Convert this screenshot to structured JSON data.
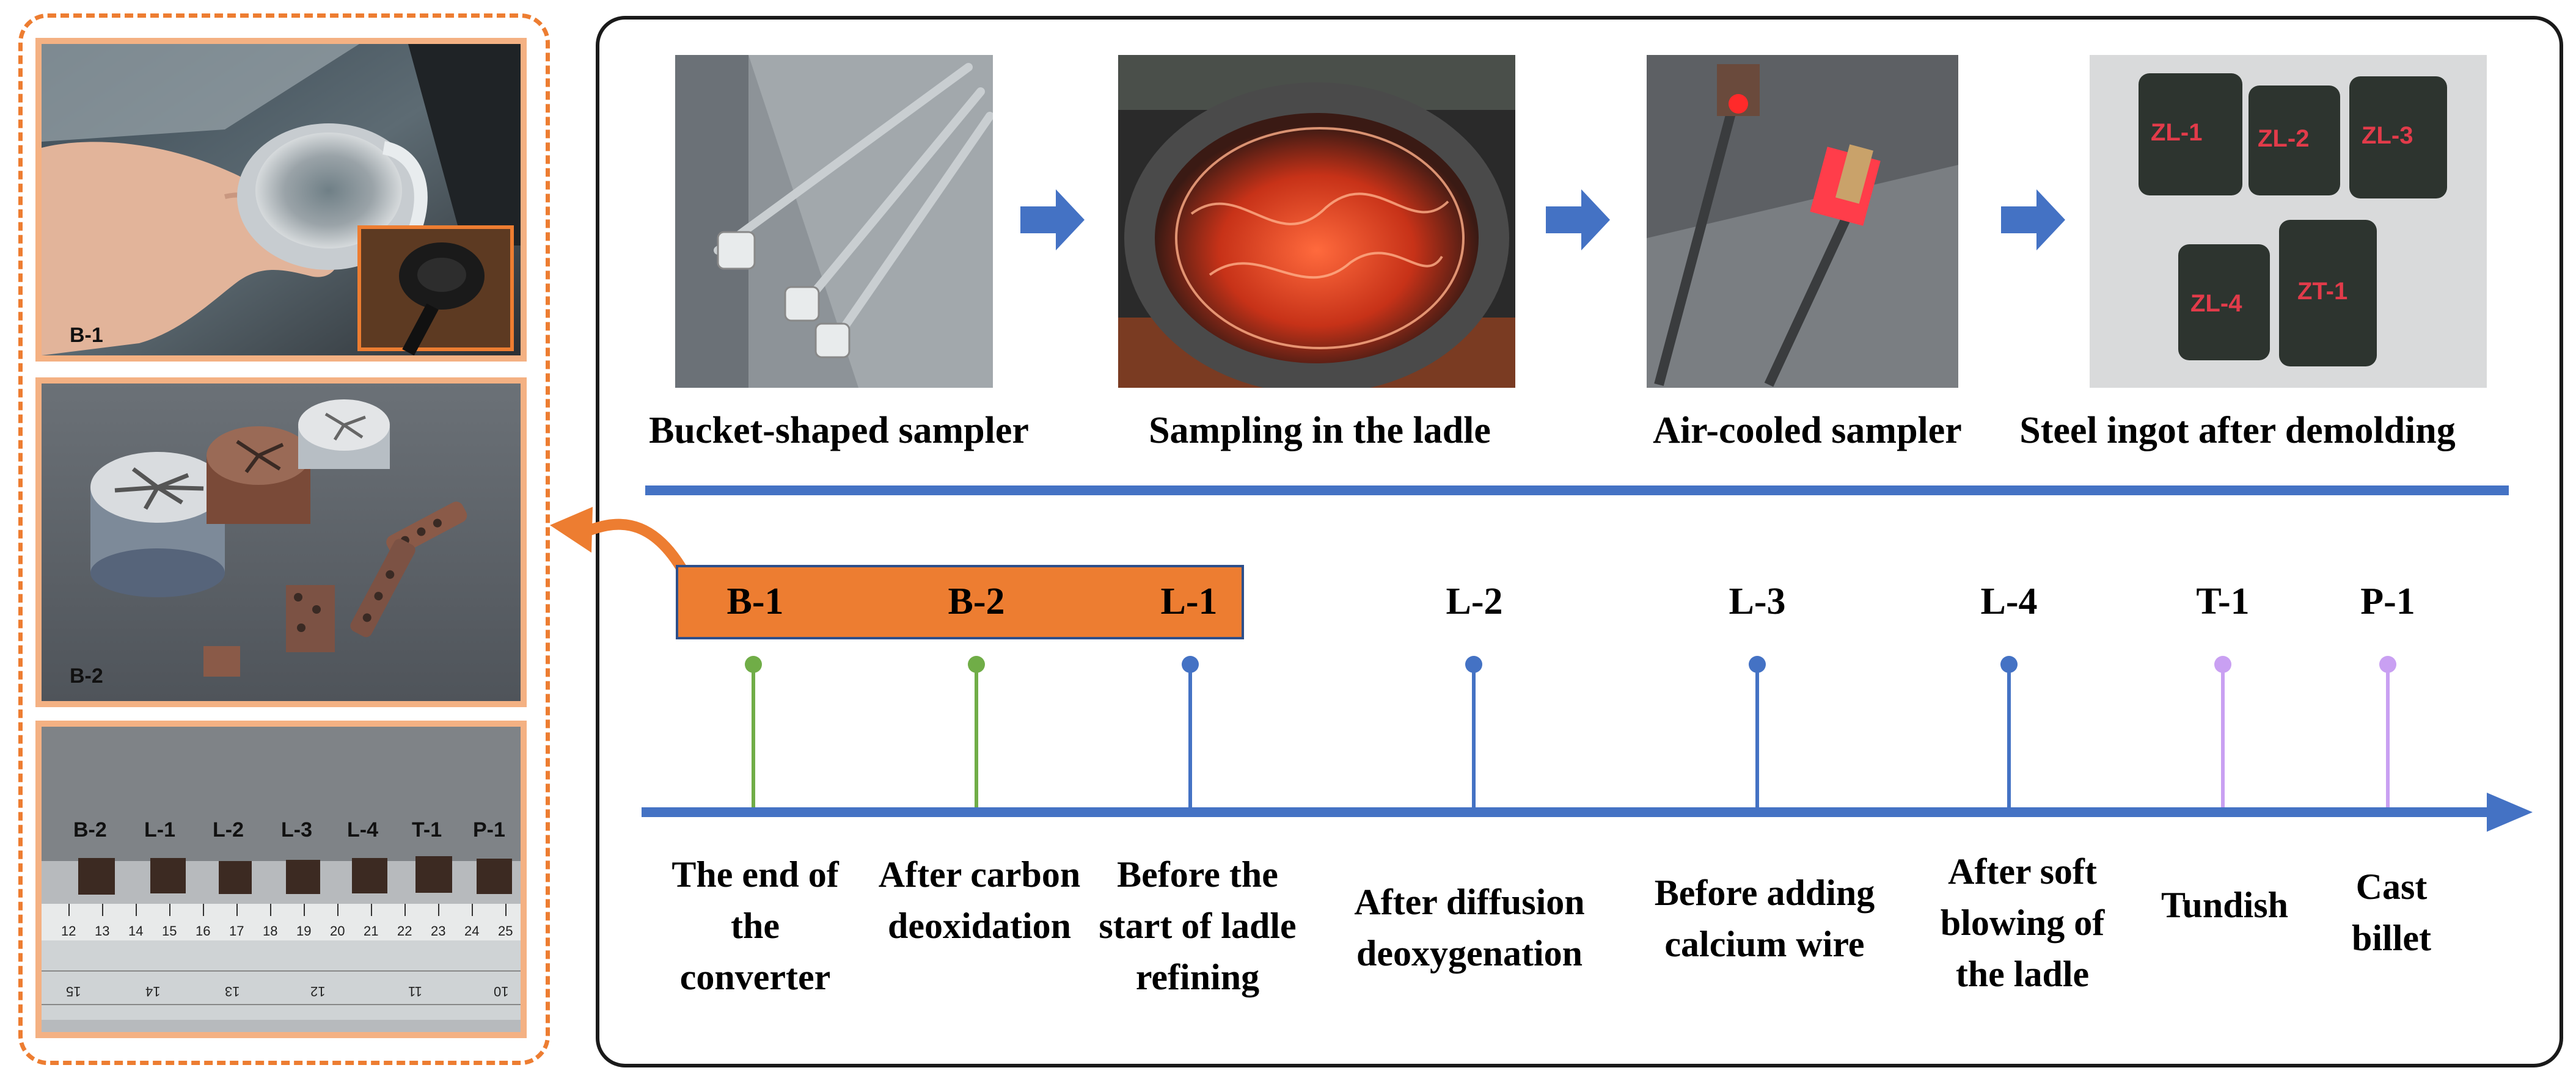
{
  "colors": {
    "timeline_blue": "#4472c4",
    "highlight_orange": "#ed7d31",
    "green_marker": "#70ad47",
    "purple_marker": "#c9a0f2",
    "frame_dark": "#1a1a1a"
  },
  "left_panel": {
    "photo1_label": "B-1",
    "photo2_label": "B-2",
    "photo3_sample_labels": [
      "B-2",
      "L-1",
      "L-2",
      "L-3",
      "L-4",
      "T-1",
      "P-1"
    ],
    "ruler_top_numbers": [
      "12",
      "13",
      "14",
      "15",
      "16",
      "17",
      "18",
      "19",
      "20",
      "21",
      "22",
      "23",
      "24",
      "25"
    ],
    "ruler_bottom_numbers": [
      "15",
      "14",
      "13",
      "12",
      "11",
      "10"
    ]
  },
  "top_row": {
    "captions": [
      "Bucket-shaped sampler",
      "Sampling in the ladle",
      "Air-cooled sampler",
      "Steel ingot after demolding"
    ],
    "ingot_marks": [
      "ZL-1",
      "ZL-2",
      "ZL-3",
      "ZL-4",
      "ZT-1"
    ]
  },
  "timeline": {
    "highlighted_codes": [
      "B-1",
      "B-2",
      "L-1"
    ],
    "points": [
      {
        "code": "B-1",
        "label": "The end of the converter",
        "marker": "green"
      },
      {
        "code": "B-2",
        "label": "After carbon deoxidation",
        "marker": "green"
      },
      {
        "code": "L-1",
        "label": "Before the start of ladle refining",
        "marker": "blue"
      },
      {
        "code": "L-2",
        "label": "After diffusion deoxygenation",
        "marker": "blue"
      },
      {
        "code": "L-3",
        "label": "Before adding calcium wire",
        "marker": "blue"
      },
      {
        "code": "L-4",
        "label": "After soft blowing of the ladle",
        "marker": "blue"
      },
      {
        "code": "T-1",
        "label": "Tundish",
        "marker": "purple"
      },
      {
        "code": "P-1",
        "label": "Cast billet",
        "marker": "purple"
      }
    ]
  }
}
